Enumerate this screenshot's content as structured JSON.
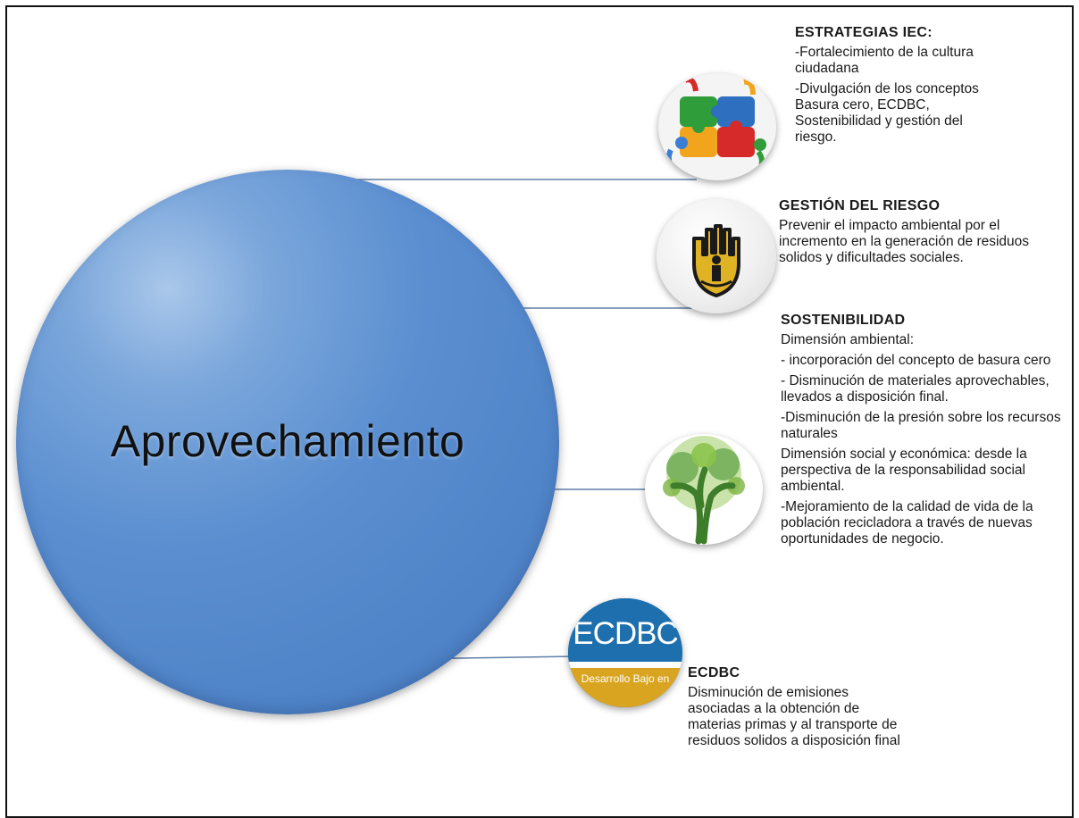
{
  "main": {
    "label": "Aprovechamiento"
  },
  "colors": {
    "main_circle": "#5a8ed0",
    "connector": "#5f7fa8",
    "ecdbc_blue": "#1d6fae",
    "ecdbc_gold": "#d9a520"
  },
  "nodes": {
    "estrategias": {
      "icon": "puzzle-people-icon",
      "title": "ESTRATEGIAS IEC:",
      "items": [
        "-Fortalecimiento de la cultura ciudadana",
        "-Divulgación de los conceptos Basura cero, ECDBC, Sostenibilidad y gestión del riesgo."
      ]
    },
    "riesgo": {
      "icon": "hand-emblem-icon",
      "title": "GESTIÓN DEL RIESGO",
      "items": [
        "Prevenir el impacto ambiental por el incremento en la generación de residuos solidos y dificultades sociales."
      ]
    },
    "sostenibilidad": {
      "icon": "green-tree-icon",
      "title": "SOSTENIBILIDAD",
      "items": [
        "Dimensión ambiental:",
        "- incorporación del concepto de basura cero",
        "- Disminución de materiales aprovechables, llevados a disposición final.",
        "-Disminución de la presión sobre los recursos naturales",
        "Dimensión social y económica: desde la perspectiva de la responsabilidad social ambiental.",
        "-Mejoramiento de la calidad de vida de la población recicladora a través de nuevas oportunidades de negocio."
      ]
    },
    "ecdbc": {
      "icon": "ecdbc-logo-icon",
      "logo_text": "ECDBC",
      "logo_sub": "Desarrollo Bajo en",
      "title": "ECDBC",
      "items": [
        "Disminución de emisiones asociadas a la obtención de materias primas y al transporte de residuos solidos a disposición final"
      ]
    }
  }
}
